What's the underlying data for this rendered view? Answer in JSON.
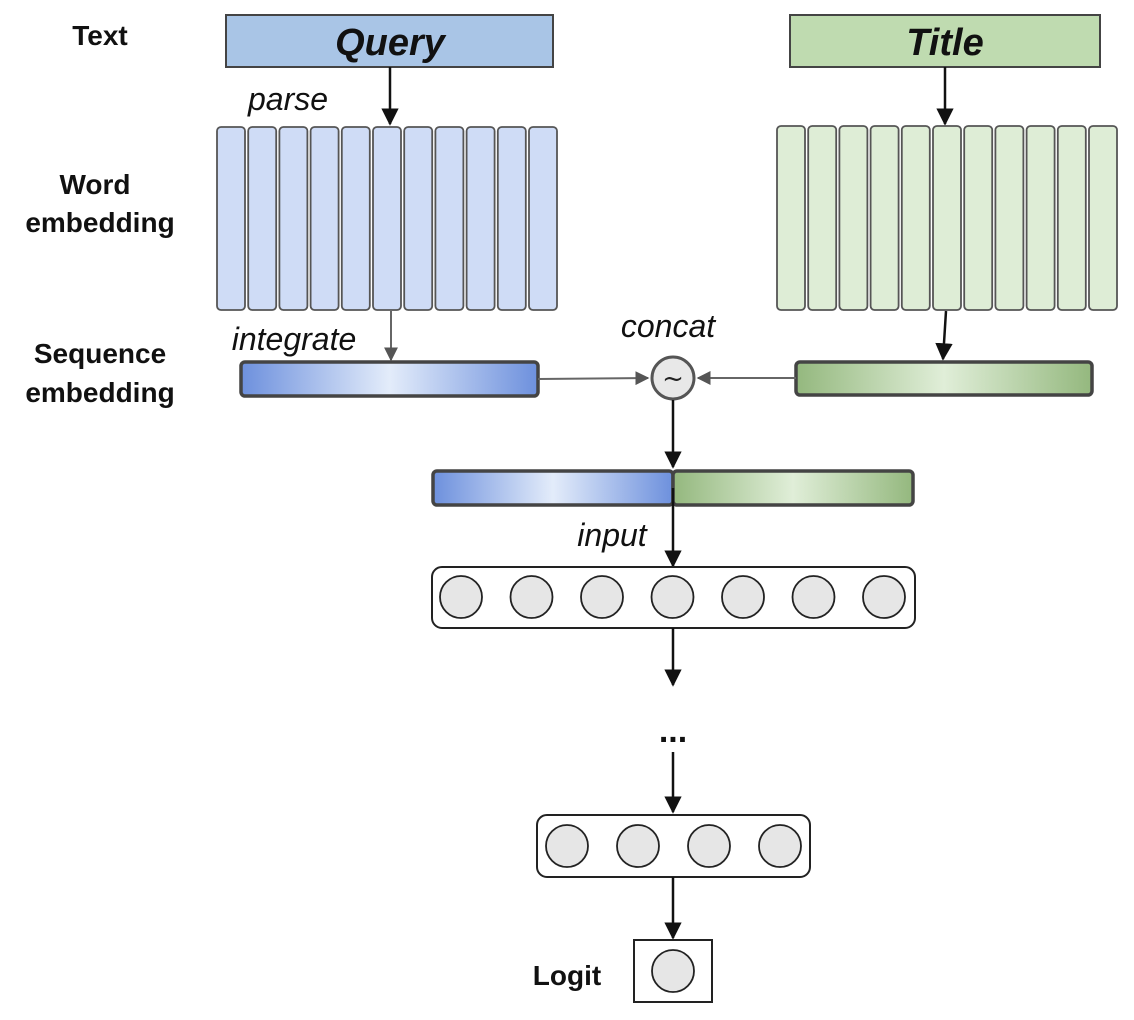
{
  "labels": {
    "text": "Text",
    "word_embedding_line1": "Word",
    "word_embedding_line2": "embedding",
    "sequence_embedding_line1": "Sequence",
    "sequence_embedding_line2": "embedding"
  },
  "boxes": {
    "query": "Query",
    "title": "Title"
  },
  "operations": {
    "parse": "parse",
    "integrate": "integrate",
    "concat": "concat",
    "concat_symbol": "~",
    "input": "input",
    "ellipsis": "..."
  },
  "output": {
    "logit": "Logit"
  },
  "structure": {
    "query_word_vectors": 11,
    "title_word_vectors": 11,
    "hidden_layer_1_nodes": 7,
    "hidden_layer_last_nodes": 4,
    "logit_nodes": 1
  },
  "colors": {
    "query": "#a9c5e6",
    "query_vectors": "#cfdcf6",
    "query_sequence": "#6d90dd",
    "title": "#bfdbb0",
    "title_vectors": "#deedd6",
    "title_sequence": "#94b87e",
    "node": "#e6e6e6"
  }
}
